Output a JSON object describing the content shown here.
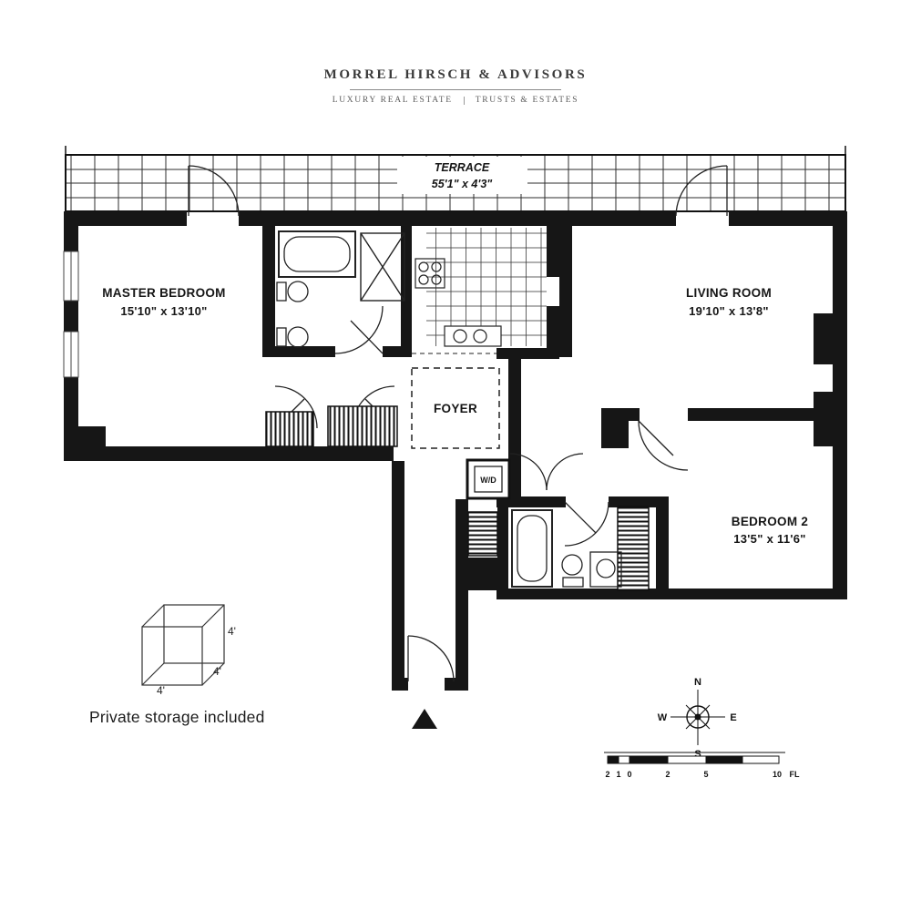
{
  "header": {
    "brand": "MORREL HIRSCH & ADVISORS",
    "tagline_left": "LUXURY REAL ESTATE",
    "tagline_right": "TRUSTS & ESTATES"
  },
  "plan": {
    "terrace": {
      "name": "TERRACE",
      "dims": "55'1\" x 4'3\""
    },
    "master_bedroom": {
      "name": "MASTER BEDROOM",
      "dims": "15'10\" x 13'10\""
    },
    "living_room": {
      "name": "LIVING ROOM",
      "dims": "19'10\" x 13'8\""
    },
    "foyer": {
      "name": "FOYER"
    },
    "bedroom_2": {
      "name": "BEDROOM 2",
      "dims": "13'5\" x 11'6\""
    },
    "washer_dryer": {
      "name": "W/D"
    }
  },
  "storage": {
    "note": "Private storage included",
    "dim_top": "4'",
    "dim_side": "4'",
    "dim_bottom": "4'"
  },
  "compass": {
    "north": "N",
    "south": "S",
    "east": "E",
    "west": "W"
  },
  "scale_bar": {
    "labels": [
      "2",
      "1",
      "0",
      "2",
      "5",
      "10"
    ],
    "unit": "FL"
  }
}
